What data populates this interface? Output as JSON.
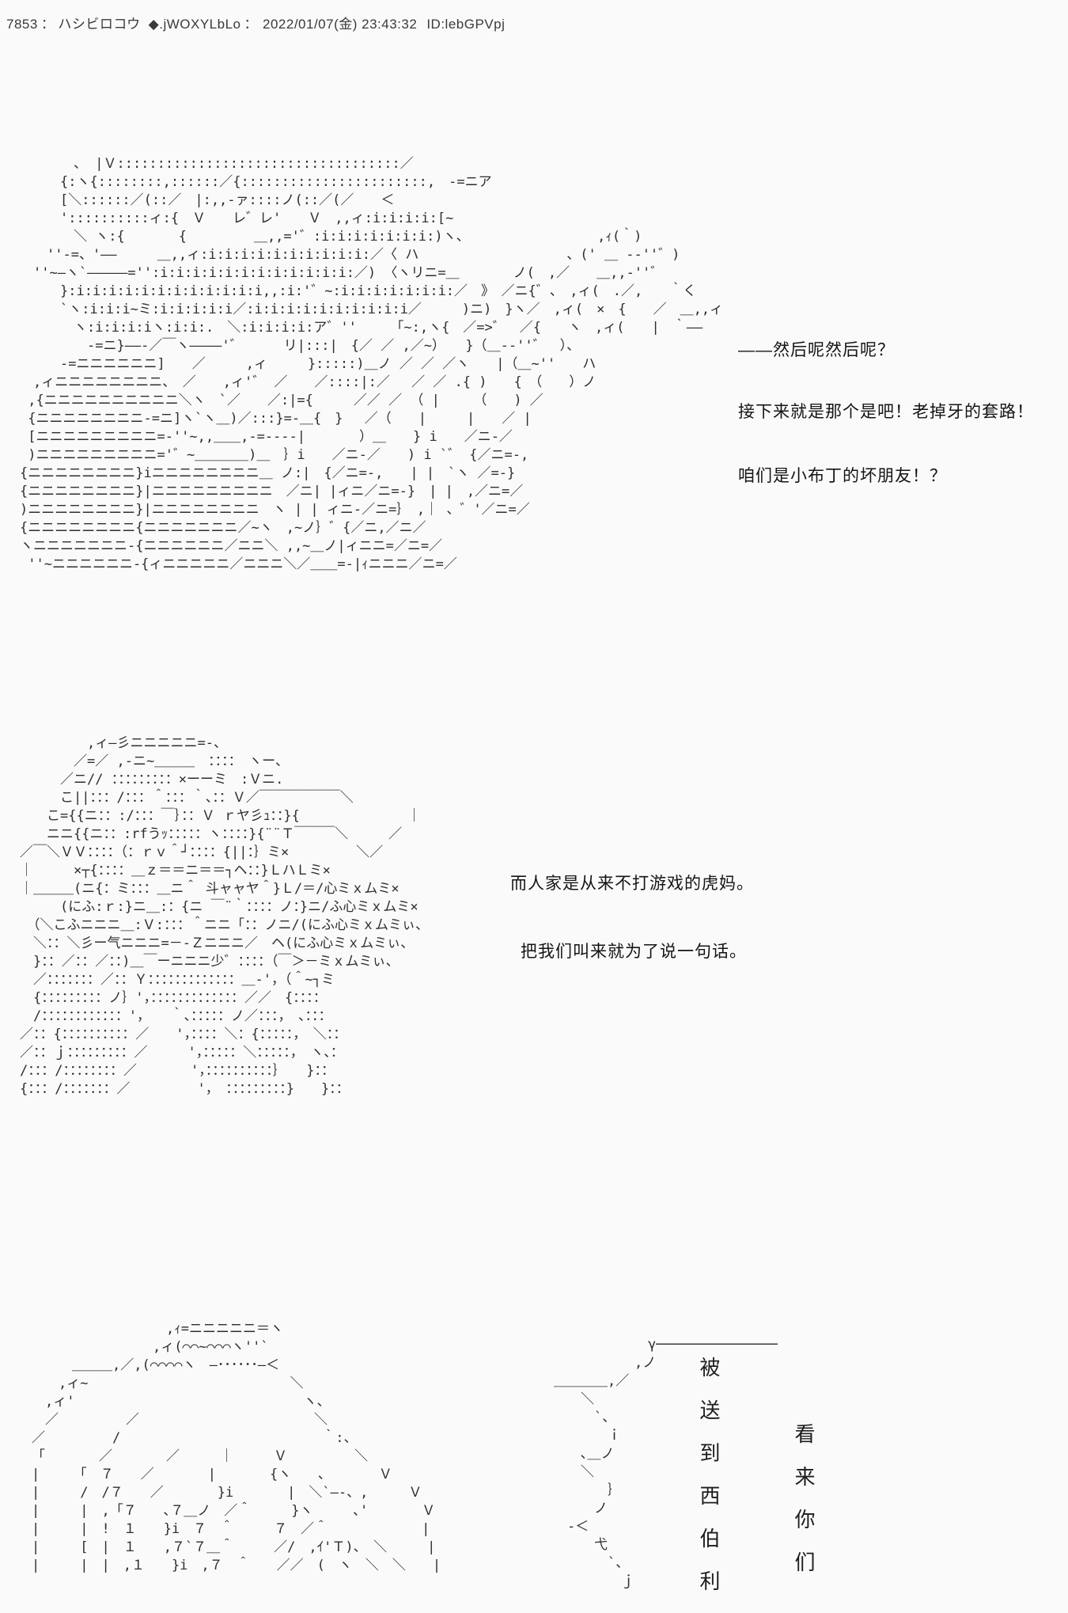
{
  "page": {
    "background": "#fafafa",
    "ink": "#2e2e2e",
    "dialogue_ink": "#141414"
  },
  "post_header": {
    "number": "7853",
    "colon": "：",
    "name": "ハシビロコウ",
    "tripcode": "◆.jWOXYLbLo",
    "datetime": "2022/01/07(金) 23:43:32",
    "id_label": "ID:lebGPVpj"
  },
  "dialogues": [
    {
      "text": "——然后呢然后呢？"
    },
    {
      "text": "接下来就是那个是吧！老掉牙的套路！"
    },
    {
      "text": "咱们是小布丁的坏朋友！？"
    },
    {
      "text": "而人家是从来不打游戏的虎妈。"
    },
    {
      "text": "把我们叫来就为了说一句话。"
    }
  ],
  "vertical_texts": [
    {
      "text": "被送到西伯利"
    },
    {
      "text": "看来你们"
    }
  ],
  "ascii_art": {
    "block1_lines": [
      "　　　　　、 |Ｖ:::::::::::::::::::::::::::::::::::／",
      "　　　　{:ヽ{::::::::,::::::／{:::::::::::::::::::::::,　-=ニア",
      "　　　　[＼::::::／(::／　|:,,-ァ::::ノ(::／(／　　＜",
      "　　　　'::::::::::ィ:{　Ｖ　　レ゛レ'　　Ｖ　,,ィ:i:i:i:i:[~",
      "　　　　　＼ ヽ:{　　　　{　　　　　＿,,='゛:i:i:i:i:i:i:i:)ヽ、　　　　　　　　　　,ｨ(｀)",
      "　　　''-=、'――　　　＿,,ィ:i:i:i:i:i:i:i:i:i:i:／〈 ハ　　　　　　　　　　　、(' ＿ -‐''゛)",
      "　　''~―ヽ`―――――='':i:i:i:i:i:i:i:i:i:i:i:i:／) 〈ヽリニ=＿　　　　ノ(　,／　　＿,,‐''゛",
      "　　　　}:i:i:i:i:i:i:i:i:i:i:i:i,,:i:'゛~:i:i:i:i:i:i:i:／　》　／ニ{゛、　,ィ(　.／,　　｀く",
      "　　　　`ヽ:i:i:i~ミ:i:i:i:i:i／:i:i:i:i:i:i:i:i:i:i／　　　)ニ)　}ヽ／　,ィ(　×　{　　／　＿,,ィ",
      "　　　　　ヽ:i:i:i:iヽ:i:i:.　＼:i:i:i:i:ア゛''　　　「~:,ヽ{　／=>゛　／{　　ヽ　,ィ(　　|　｀――",
      "　　　　　　-=ニ}――-／￣ヽ――――'゛　　　リ|:::|　{／ ／ ,／~）　　}（＿-‐''゛　）、",
      "　　　　-=ニニニニニニ]　　／　　　,ィ　　　}:::::)＿ノ ／ ／ ／ヽ　　|（＿~''　　ハ",
      "　　,ィニニニニニニニニ、　／　　,ィ'゛ ／　　／::::|:／　 ／ ／ .{ )　　{　（　　）ノ",
      "　 ,{ニニニニニニニニニニ＼ヽ　`／　　／:|={　　　／／ ／ （ |　　　（　　) ／",
      "　 {ニニニニニニニニ-=ニ]ヽ`ヽ＿)／:::}=-＿{　}　 ／（　　|　　　|　　／ |",
      "　 [ニニニニニニニニニ=-''~,,＿＿,-=----|　　　　）＿　　} i　　／ニ-／",
      "　 )ニニニニニニニニニ='゛~＿＿＿＿)＿　｝i　　／ニ-／　　) i `゛ {／ニ=-,",
      "　{ニニニニニニニニ}iニニニニニニニニ＿ ノ:|　{／ニ=-,　　| |　`ヽ ／=-}",
      "　{ニニニニニニニニ}|ニニニニニニニニニ　／ニ| |ィニ／ニ=-}　| |　,／ニ=／",
      "　)ニニニニニニニニ}|ニニニニニニニニ　ヽ | | ィニ-／ニ=｝　,｜ 、゛'／ニ=／",
      "　{ニニニニニニニニ{ニニニニニニニ／~ヽ　,~ノ｝゛{／ニ,／ニ／",
      "　ヽニニニニニニニ-{ニニニニニニ／ニニ＼ ,,~＿ノ|ィニニ=／ニ=／",
      "　 ''~ニニニニニニ-{ィニニニニニ／ニニニ＼／＿＿=-|ｨニニニ／ニ=／"
    ],
    "block2_lines": [
      "　　　　　　,ィ―彡ニニニニニ=-、",
      "　　　　　／=／ ,-ニ~＿＿＿　：：：：　ヽー、",
      "　　　　／ニ// ：：：：：：：：：×ーーミ　:Ｖニ.",
      "　　　　こ||：：：/：：：＾：：：｀、：：Ｖ／￣￣￣￣￣￣＼",
      "　　　こ={{ニ：：:/：：：￣｝：：Ｖ ｒヤ彡ｭ：：}{　　　　　　　　｜",
      "　　　ニニ{{ニ：：:rfうｯ：：：：：ヽ：：：：}{¨¨Ｔ￣￣￣＼　　　／",
      "　／￣＼ＶＶ：：：：（：ｒｖ＾┘：：：：{||：｝ミ×　　　　　＼／",
      "　｜　　　×┬{：：：：＿ｚ＝＝ニ＝＝┐ヘ：：}ＬハＬミ×",
      "　｜＿＿＿(ニ{：ミ：：：＿ニ＾ 斗ャャヤ＾}Ｌ/＝/心ミｘムミ×",
      "　　　　(にふ:ｒ:}ニ＿:：{ニ ￣¨｀：：：：ノ：}ニ/ふ心ミｘムミ×",
      "　　（＼こふニニニ＿:Ｖ:：：：＾ニニ「：：ノニ/(にふ心ミｘムミぃ、",
      "　　＼：：＼彡ー气ニニニ=－-Ｚニニニ／　ヘ(にふ心ミｘムミぃ、",
      "　　}：：／：：／：：)＿￣ーニニニ少゛：：：：（￣＞－ミｘムミぃ、",
      "　　／：：：：：：：／：：Ｙ：：：：：：：：：：：：：＿-'，（＾~┐ミ",
      "　　{：：：：：：：：：ノ｝'，：：：：：：：：：：：：：／／　{：：：：",
      "　　/：：：：：：：：：：：：'，　　｀、：：：：：ノ／：：：，　、：：：",
      "　／：：{：：：：：：：：：：／　　'，：：：：＼：{：：：：：，　＼：：",
      "　／：：ｊ：：：：：：：：：／　　　'，：：：：：＼：：：：：，　ヽ、：",
      "　/：：：/：：：：：：：：／　　　　'，：：：：：：：：：：｝　　}：：",
      "　{：：：/：：：：：：：／　　　　　'，　：：：：：：：：：}　　}：："
    ],
    "block3_lines": [
      "　　　　　　　　　　,ｨ=ニニニニニ＝ヽ",
      "　　　　　　　　　,ィ(⌒⌒~⌒⌒⌒ヽ''`",
      "　　　＿＿＿,／,(⌒⌒⌒⌒ヽ　―･･････―＜",
      "　　,ィ~　　　　　　　　　　　　　　　＼",
      "　,ィ'　　　　　　　　　　　　　　　　　ヽ、",
      "　／　　　　　／　　　　　　　　　　　　　＼",
      "／　　　　　/　　　　　　　　　　　　　　　｀:、",
      "「　　　　／　　　　／　　　｜　　　Ｖ　　　　　＼",
      "|　　　「　７　　／　　　　|　　　　{ヽ　　､　　　　Ｖ",
      "|　　　/　/７　　／　　　　}i　　　　|　＼`―-、,　　　Ｖ",
      "|　　　|　,「７　　､７＿ノ　／＾　　　}ヽ　　　､'　　　　Ｖ",
      "|　　　|　!　１　　}i　７　＾　　　７　／＾　　　　　　　|",
      "|　　　[　|　１　　,７`７＿＾　　　／/　,ｲ'Ｔ)、　＼　　　|",
      "|　　　|　|　,１　　}i　,７　＾　　／／　(　ヽ　＼　＼　　|"
    ],
    "bubble_lines": [
      "　　　　　　　γ───────────────",
      "　　　　　　,ノ",
      "＿＿＿＿,／",
      "　　＼",
      "　　　`、",
      "　　　　ｉ",
      "　　､＿ノ",
      "　　＼",
      "　　　　｝",
      "　　　ノ",
      "　-＜",
      "　　　弋",
      "　　　　`、",
      "　　　　　ｊ"
    ]
  }
}
